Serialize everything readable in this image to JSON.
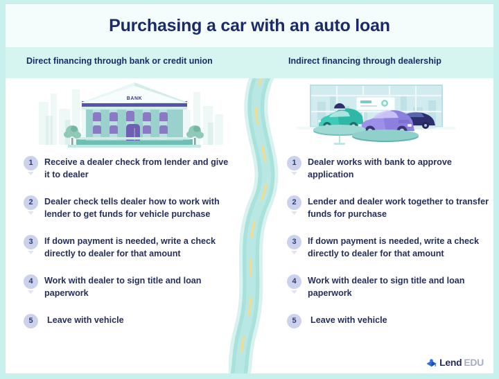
{
  "header": {
    "title": "Purchasing a car with an auto loan"
  },
  "columns": {
    "left": {
      "subtitle": "Direct financing through bank or credit union",
      "illustration": "bank-building-illustration",
      "illustration_label": "BANK",
      "steps": [
        {
          "number": "1",
          "text": "Receive a dealer check from lender and give it to dealer"
        },
        {
          "number": "2",
          "text": "Dealer check tells dealer how to work with lender to get funds for vehicle purchase"
        },
        {
          "number": "3",
          "text": "If down payment is needed, write a check directly to dealer for that amount"
        },
        {
          "number": "4",
          "text": "Work with dealer to sign title and loan paperwork"
        },
        {
          "number": "5",
          "text": "Leave with vehicle"
        }
      ]
    },
    "right": {
      "subtitle": "Indirect financing through dealership",
      "illustration": "car-dealership-showroom-illustration",
      "steps": [
        {
          "number": "1",
          "text": "Dealer works with bank to approve application"
        },
        {
          "number": "2",
          "text": "Lender and dealer work together to transfer funds for purchase"
        },
        {
          "number": "3",
          "text": "If down payment is needed, write a check directly to dealer for that amount"
        },
        {
          "number": "4",
          "text": "Work with dealer to sign title and loan paperwork"
        },
        {
          "number": "5",
          "text": "Leave with vehicle"
        }
      ]
    }
  },
  "divider": {
    "icon": "winding-road-divider",
    "road_color": "#a9e2dd",
    "lane_marking_color": "#f2dc8c"
  },
  "logo": {
    "icon": "lendedu-logo-icon",
    "text_primary": "Lend",
    "text_secondary": "EDU"
  },
  "colors": {
    "frame": "#c8f0ec",
    "title_band": "#f4fdfc",
    "subtitle_band": "#d7f5f0",
    "body": "#ffffff",
    "navy": "#1b2a6b",
    "badge": "#ccd2ec"
  }
}
